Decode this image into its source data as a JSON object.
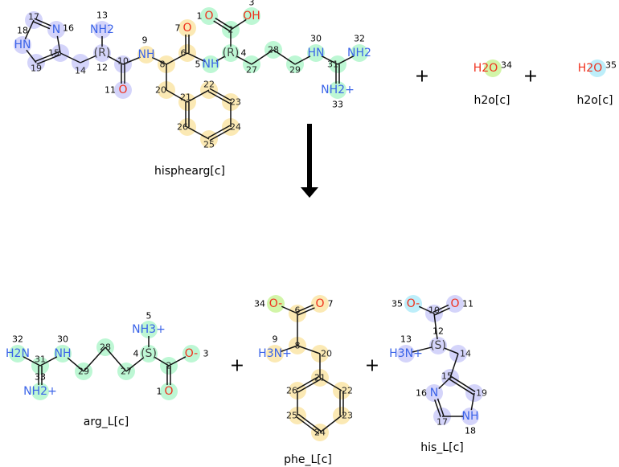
{
  "colors": {
    "blue": "#d4d4fa",
    "yellow": "#fbe9b4",
    "green": "#bdf7d4",
    "lime": "#d2f5a8",
    "cyan": "#bdeefa",
    "N": "#3a63e8",
    "O": "#f0301c"
  },
  "reactants": [
    {
      "key": "hisphearg",
      "name": "hisphearg[c]",
      "atoms": [
        {
          "n": "17",
          "t": "",
          "g": "blue"
        },
        {
          "n": "16",
          "t": "N",
          "g": "blue"
        },
        {
          "n": "18",
          "t": "HN",
          "g": "blue"
        },
        {
          "n": "19",
          "t": "",
          "g": "blue"
        },
        {
          "n": "15",
          "t": "",
          "g": "blue"
        },
        {
          "n": "14",
          "t": "",
          "g": "blue"
        },
        {
          "n": "12",
          "t": "(R)",
          "g": "blue"
        },
        {
          "n": "13",
          "t": "NH2",
          "g": "blue"
        },
        {
          "n": "10",
          "t": "",
          "g": "blue"
        },
        {
          "n": "11",
          "t": "O",
          "g": "blue"
        },
        {
          "n": "9",
          "t": "NH",
          "g": "yellow"
        },
        {
          "n": "8",
          "t": "",
          "g": "yellow"
        },
        {
          "n": "6",
          "t": "",
          "g": "yellow"
        },
        {
          "n": "7",
          "t": "O",
          "g": "yellow"
        },
        {
          "n": "5",
          "t": "NH",
          "g": "green"
        },
        {
          "n": "4",
          "t": "(R)",
          "g": "green"
        },
        {
          "n": "2",
          "t": "",
          "g": "green"
        },
        {
          "n": "1",
          "t": "O",
          "g": "green"
        },
        {
          "n": "3",
          "t": "OH",
          "g": "green"
        },
        {
          "n": "27",
          "t": "",
          "g": "green"
        },
        {
          "n": "28",
          "t": "",
          "g": "green"
        },
        {
          "n": "29",
          "t": "",
          "g": "green"
        },
        {
          "n": "30",
          "t": "HN",
          "g": "green"
        },
        {
          "n": "31",
          "t": "",
          "g": "green"
        },
        {
          "n": "32",
          "t": "NH2",
          "g": "green"
        },
        {
          "n": "33",
          "t": "NH2+",
          "g": "green"
        },
        {
          "n": "20",
          "t": "",
          "g": "yellow"
        },
        {
          "n": "21",
          "t": "",
          "g": "yellow"
        },
        {
          "n": "22",
          "t": "",
          "g": "yellow"
        },
        {
          "n": "23",
          "t": "",
          "g": "yellow"
        },
        {
          "n": "24",
          "t": "",
          "g": "yellow"
        },
        {
          "n": "25",
          "t": "",
          "g": "yellow"
        },
        {
          "n": "26",
          "t": "",
          "g": "yellow"
        }
      ]
    },
    {
      "key": "h2o34",
      "name": "h2o[c]",
      "atoms": [
        {
          "n": "34",
          "t": "H2O",
          "g": "lime"
        }
      ]
    },
    {
      "key": "h2o35",
      "name": "h2o[c]",
      "atoms": [
        {
          "n": "35",
          "t": "H2O",
          "g": "cyan"
        }
      ]
    }
  ],
  "products": [
    {
      "key": "arg",
      "name": "arg_L[c]",
      "atoms": [
        {
          "n": "32",
          "t": "H2N",
          "g": "green"
        },
        {
          "n": "31",
          "t": "",
          "g": "green"
        },
        {
          "n": "33",
          "t": "NH2+",
          "g": "green"
        },
        {
          "n": "30",
          "t": "NH",
          "g": "green"
        },
        {
          "n": "29",
          "t": "",
          "g": "green"
        },
        {
          "n": "28",
          "t": "",
          "g": "green"
        },
        {
          "n": "27",
          "t": "",
          "g": "green"
        },
        {
          "n": "4",
          "t": "(S)",
          "g": "green"
        },
        {
          "n": "5",
          "t": "NH3+",
          "g": "green"
        },
        {
          "n": "2",
          "t": "",
          "g": "green"
        },
        {
          "n": "3",
          "t": "O-",
          "g": "green"
        },
        {
          "n": "1",
          "t": "O",
          "g": "green"
        }
      ]
    },
    {
      "key": "phe",
      "name": "phe_L[c]",
      "atoms": [
        {
          "n": "34",
          "t": "O-",
          "g": "lime"
        },
        {
          "n": "7",
          "t": "O",
          "g": "yellow"
        },
        {
          "n": "6",
          "t": "",
          "g": "yellow"
        },
        {
          "n": "8",
          "t": "",
          "g": "yellow"
        },
        {
          "n": "9",
          "t": "H3N+",
          "g": "yellow"
        },
        {
          "n": "20",
          "t": "",
          "g": "yellow"
        },
        {
          "n": "21",
          "t": "",
          "g": "yellow"
        },
        {
          "n": "22",
          "t": "",
          "g": "yellow"
        },
        {
          "n": "23",
          "t": "",
          "g": "yellow"
        },
        {
          "n": "24",
          "t": "",
          "g": "yellow"
        },
        {
          "n": "25",
          "t": "",
          "g": "yellow"
        },
        {
          "n": "26",
          "t": "",
          "g": "yellow"
        }
      ]
    },
    {
      "key": "his",
      "name": "his_L[c]",
      "atoms": [
        {
          "n": "35",
          "t": "O-",
          "g": "cyan"
        },
        {
          "n": "11",
          "t": "O",
          "g": "blue"
        },
        {
          "n": "10",
          "t": "",
          "g": "blue"
        },
        {
          "n": "12",
          "t": "(S)",
          "g": "blue"
        },
        {
          "n": "13",
          "t": "H3N+",
          "g": "blue"
        },
        {
          "n": "14",
          "t": "",
          "g": "blue"
        },
        {
          "n": "15",
          "t": "",
          "g": "blue"
        },
        {
          "n": "16",
          "t": "N",
          "g": "blue"
        },
        {
          "n": "19",
          "t": "",
          "g": "blue"
        },
        {
          "n": "17",
          "t": "",
          "g": "blue"
        },
        {
          "n": "18",
          "t": "NH",
          "g": "blue"
        }
      ]
    }
  ],
  "operators": {
    "plus": "+"
  }
}
